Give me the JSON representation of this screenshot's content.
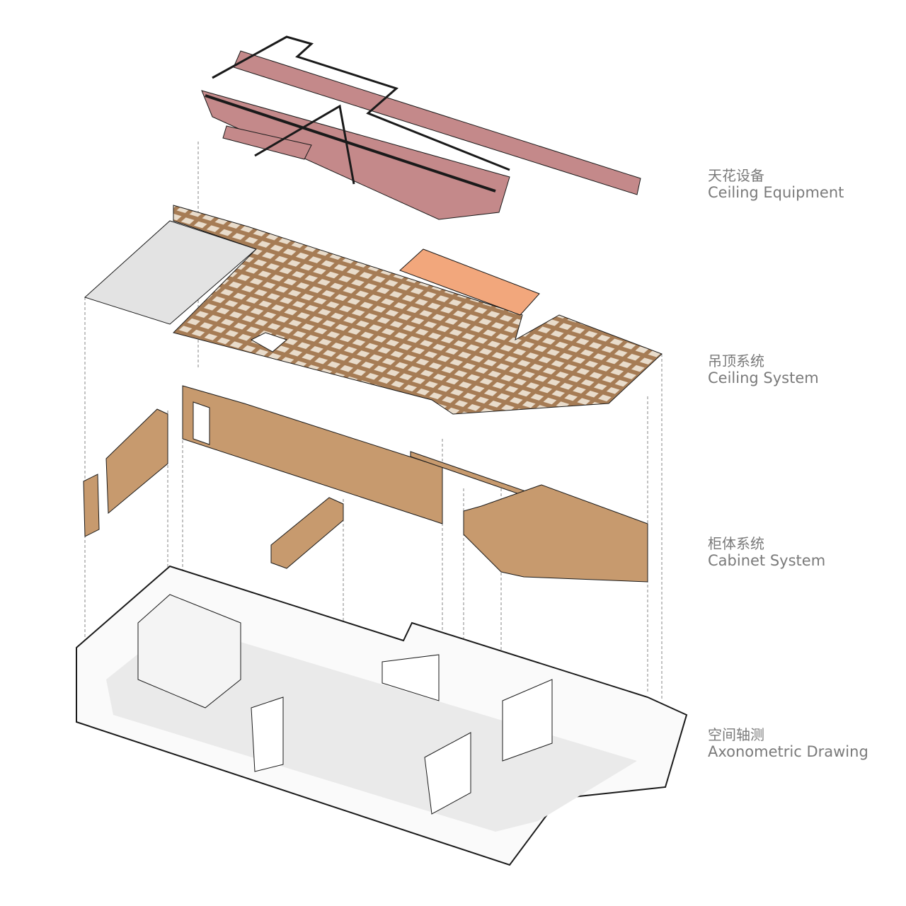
{
  "layers": [
    {
      "zh": "天花设备",
      "en": "Ceiling Equipment"
    },
    {
      "zh": "吊顶系统",
      "en": "Ceiling System"
    },
    {
      "zh": "柜体系统",
      "en": "Cabinet System"
    },
    {
      "zh": "空间轴测",
      "en": "Axonometric Drawing"
    }
  ],
  "colors": {
    "duct": "#c4898a",
    "ceiling_grid": "#a67c55",
    "ceiling_panel": "#e3e3e3",
    "accent_panel": "#f2a77c",
    "cabinet": "#c79a6e",
    "outline": "#1a1a1a",
    "label": "#7a7a7a"
  }
}
